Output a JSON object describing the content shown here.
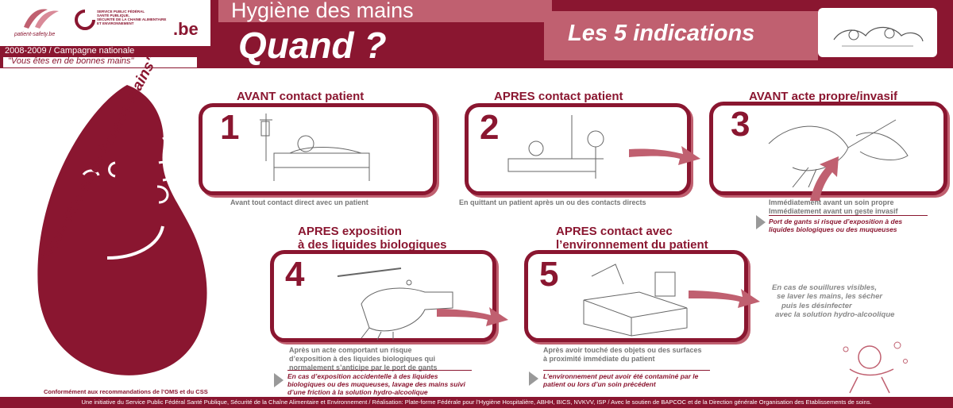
{
  "header": {
    "org_lines": [
      "SERVICE PUBLIC FÉDÉRAL",
      "SANTÉ PUBLIQUE,",
      "SÉCURITÉ DE LA CHAINE ALIMENTAIRE",
      "ET ENVIRONNEMENT"
    ],
    "be_logo": ".be",
    "patient_safety": "patient-safety.be",
    "campaign": "2008-2009 / Campagne nationale",
    "slogan": "\"Vous êtes en de bonnes mains\"",
    "title_top": "Hygiène des mains",
    "title_main": "Quand ?",
    "subtitle": "Les 5 indications"
  },
  "mascot_text": "\"Vous êtes en de bonnes mains\"",
  "steps": [
    {
      "number": "1",
      "title": "AVANT contact patient",
      "caption": "Avant tout contact direct avec un patient"
    },
    {
      "number": "2",
      "title": "APRES contact patient",
      "caption": "En quittant un patient après un ou des contacts directs"
    },
    {
      "number": "3",
      "title": "AVANT acte propre/invasif",
      "caption_l1": "Immédiatement avant un soin propre",
      "caption_l2": "Immédiatement avant un geste invasif",
      "note": "Port de gants si risque d’exposition à des liquides biologiques ou des muqueuses"
    },
    {
      "number": "4",
      "title_l1": "APRES  exposition",
      "title_l2": "à des liquides biologiques",
      "caption_l1": "Après un acte comportant un risque",
      "caption_l2": "d’exposition à des liquides biologiques qui",
      "caption_l3": "normalement s’anticipe par le port de gants",
      "note": "En cas d’exposition accidentelle à des liquides biologiques ou des muqueuses, lavage des mains suivi d’une friction à la solution hydro-alcoolique"
    },
    {
      "number": "5",
      "title_l1": "APRES contact avec",
      "title_l2": "l’environnement du patient",
      "caption_l1": "Après avoir touché des objets ou des surfaces",
      "caption_l2": "à proximité immédiate du patient",
      "note": "L’environnement peut avoir été contaminé par le patient ou lors d’un soin précédent"
    }
  ],
  "soiled_note": {
    "l1": "En cas de souillures visibles,",
    "l2": "se laver les mains, les sécher",
    "l3": "puis les désinfecter",
    "l4": "avec la solution hydro-alcoolique"
  },
  "conformity": "Conformément aux recommandations de l’OMS et du CSS",
  "footer": "Une initiative du Service Public Fédéral Santé Publique, Sécurité de la Chaîne Alimentaire et Environnement / Réalisation: Plate-forme Fédérale pour l’Hygiène Hospitalière, ABHH, BICS, NVKVV, ISP / Avec le soutien de BAPCOC et de la Direction générale Organisation des Etablissements de soins.",
  "colors": {
    "brand": "#8a1630",
    "brand_light": "#c06070",
    "caption_gray": "#777777"
  }
}
